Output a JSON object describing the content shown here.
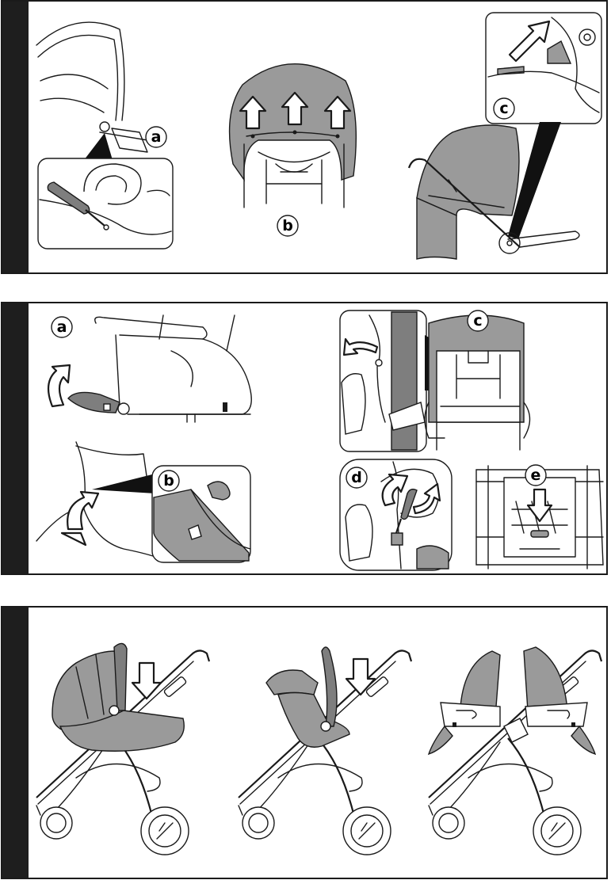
{
  "step1": {
    "labels": {
      "a": "a",
      "b": "b",
      "c": "c"
    }
  },
  "step2": {
    "labels": {
      "a": "a",
      "b": "b",
      "c": "c",
      "d": "d",
      "e": "e"
    }
  },
  "step3": {
    "labels": {}
  },
  "colors": {
    "ink": "#1a1a1a",
    "shade": "#9a9a9a",
    "shade_dark": "#7e7e7e",
    "tab": "#1e1e1e"
  },
  "icons": [
    "arrow-up-icon",
    "arrow-down-icon",
    "arrow-diagonal-icon",
    "rotate-arrow-icon",
    "screwdriver-icon"
  ]
}
